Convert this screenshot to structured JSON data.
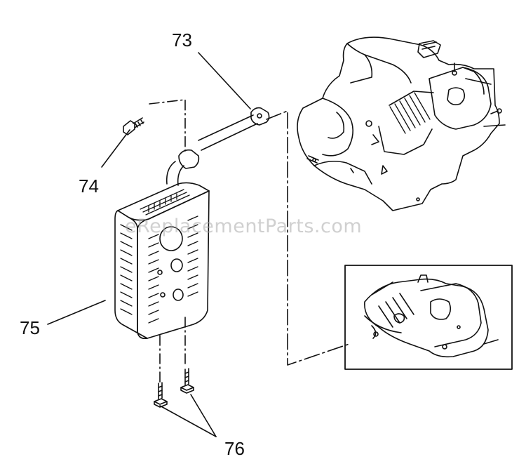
{
  "watermark": "eReplacementParts.com",
  "callouts": {
    "c73": "73",
    "c74": "74",
    "c75": "75",
    "c76": "76"
  },
  "colors": {
    "ink": "#111111",
    "watermark": "#aaaaaa",
    "background": "#ffffff"
  }
}
